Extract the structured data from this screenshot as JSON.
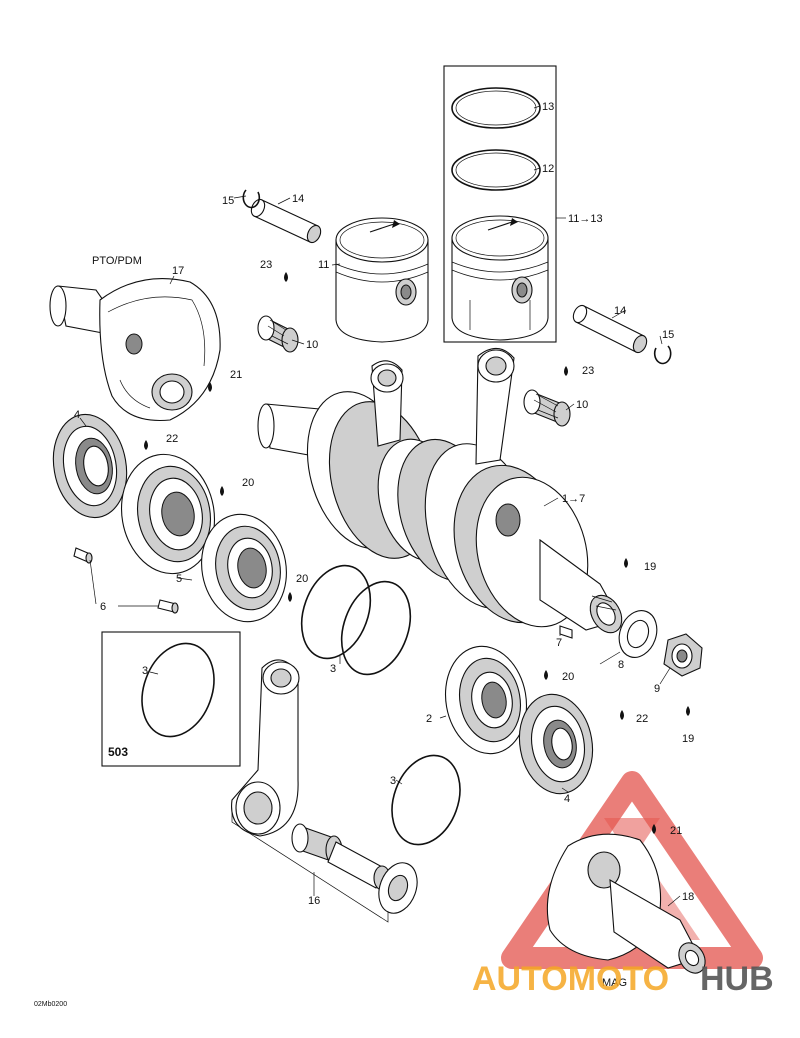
{
  "labels": {
    "pto": "PTO/PDM",
    "mag": "MAG",
    "inset": "503",
    "range_pistons": "11→13",
    "range_crank": "1→7",
    "code": "02Mb0200"
  },
  "callouts": [
    "1",
    "2",
    "3",
    "4",
    "5",
    "6",
    "7",
    "8",
    "9",
    "10",
    "11",
    "12",
    "13",
    "14",
    "15",
    "16",
    "17",
    "18",
    "19",
    "20",
    "21",
    "22",
    "23"
  ],
  "watermark": {
    "part1": "AUTOMOTO",
    "part2": "HUB",
    "color1": "#f5a623",
    "color2": "#555555",
    "logo_color": "#e0413a"
  }
}
